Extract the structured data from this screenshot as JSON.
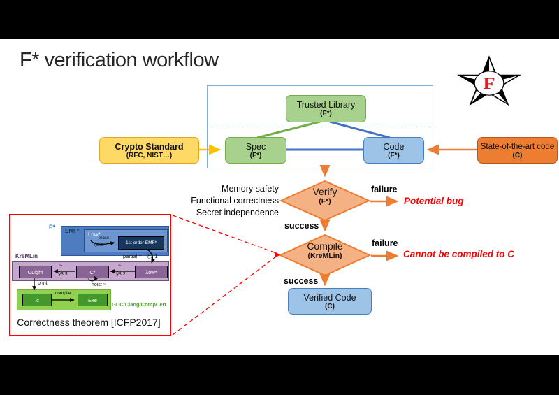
{
  "title": "F* verification workflow",
  "logo": {
    "letter": "F"
  },
  "flow": {
    "trusted_library": {
      "line1": "Trusted Library",
      "line2": "(F*)"
    },
    "spec": {
      "line1": "Spec",
      "line2": "(F*)"
    },
    "code": {
      "line1": "Code",
      "line2": "(F*)"
    },
    "crypto_standard": {
      "line1": "Crypto Standard",
      "line2": "(RFC, NIST…)"
    },
    "state_of_the_art": {
      "line1": "State-of-the-art code",
      "line2": "(C)"
    },
    "verify": {
      "line1": "Verify",
      "line2": "(F*)"
    },
    "compile": {
      "line1": "Compile",
      "line2": "(KreMLin)"
    },
    "verified_code": {
      "line1": "Verified Code",
      "line2": "(C)"
    },
    "properties": [
      "Memory safety",
      "Functional correctness",
      "Secret independence"
    ],
    "verify_failure_label": "failure",
    "verify_failure_result": "Potential bug",
    "verify_success_label": "success",
    "compile_failure_label": "failure",
    "compile_failure_result": "Cannot be compiled to C",
    "compile_success_label": "success"
  },
  "inset": {
    "caption": "Correctness theorem [ICFP2017]",
    "fstar_label": "F*",
    "emf_label": "EMF*",
    "low_label": "Low*",
    "first_order_label": "1st-order EMF*",
    "erase_label": "erase",
    "erase_section": "§3.6",
    "partial_label": "partial ≈",
    "partial_section": "§3.1",
    "kremlin_label": "KreMLin",
    "clight_label": "CLight",
    "cstar_label": "C*",
    "lowstar_label": "λow*",
    "approx_left": "≈",
    "approx_left_section": "§3.3",
    "approx_right": "≈",
    "approx_right_section": "§3.2",
    "hoist_label": "hoist ≈",
    "print_label": "print",
    "c_file_label": ".c",
    "exe_label": "Exe",
    "compile_arrow_label": "compile",
    "toolchain_label": "GCC/Clang/CompCert"
  },
  "colors": {
    "accent_orange": "#ED7D31",
    "accent_yellow": "#FFC000",
    "accent_green": "#70AD47",
    "accent_blue": "#4472C4",
    "alert_red": "#FF0000"
  }
}
